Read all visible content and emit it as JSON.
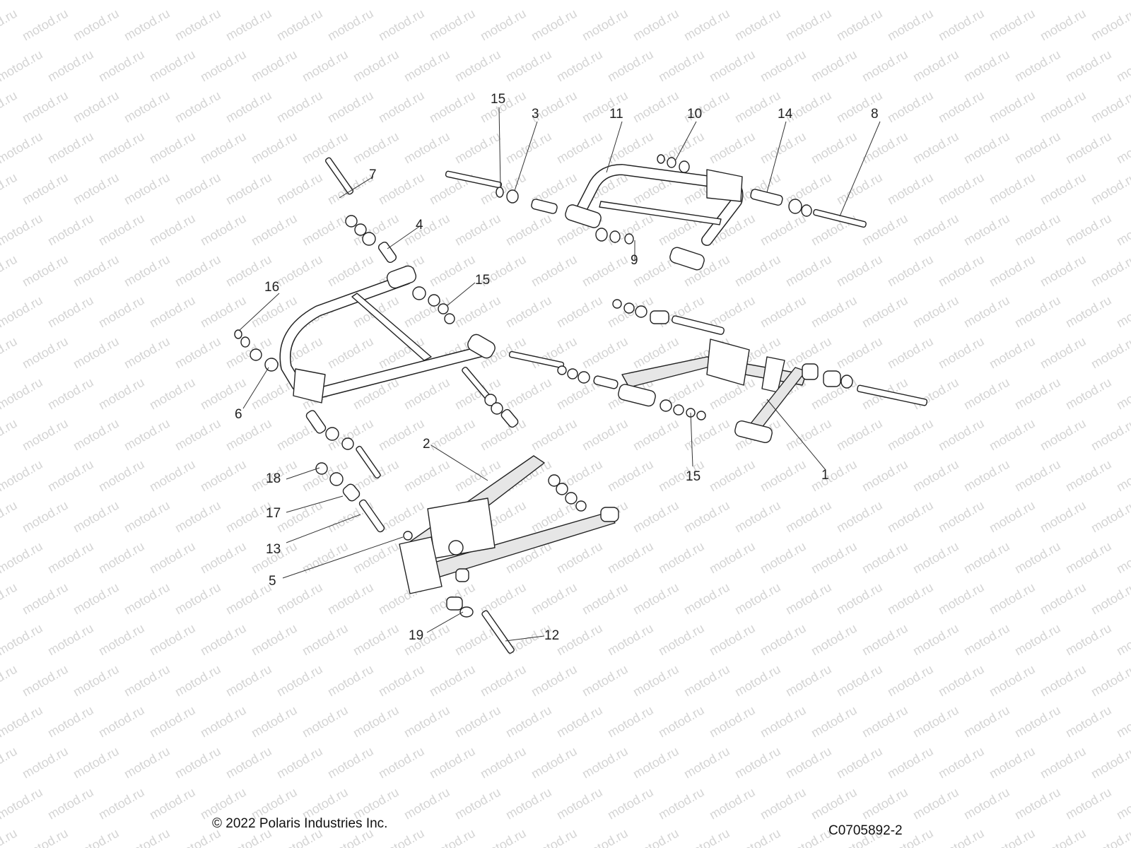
{
  "watermark": "motod.ru",
  "callouts": {
    "c1": "1",
    "c2": "2",
    "c3": "3",
    "c4": "4",
    "c5": "5",
    "c6": "6",
    "c7": "7",
    "c8": "8",
    "c9": "9",
    "c10": "10",
    "c11": "11",
    "c12": "12",
    "c13": "13",
    "c14": "14",
    "c15a": "15",
    "c15b": "15",
    "c15c": "15",
    "c16": "16",
    "c17": "17",
    "c18": "18",
    "c19": "19"
  },
  "footer": {
    "copyright": "© 2022 Polaris Industries Inc.",
    "drawing_number": "C0705892-2"
  }
}
